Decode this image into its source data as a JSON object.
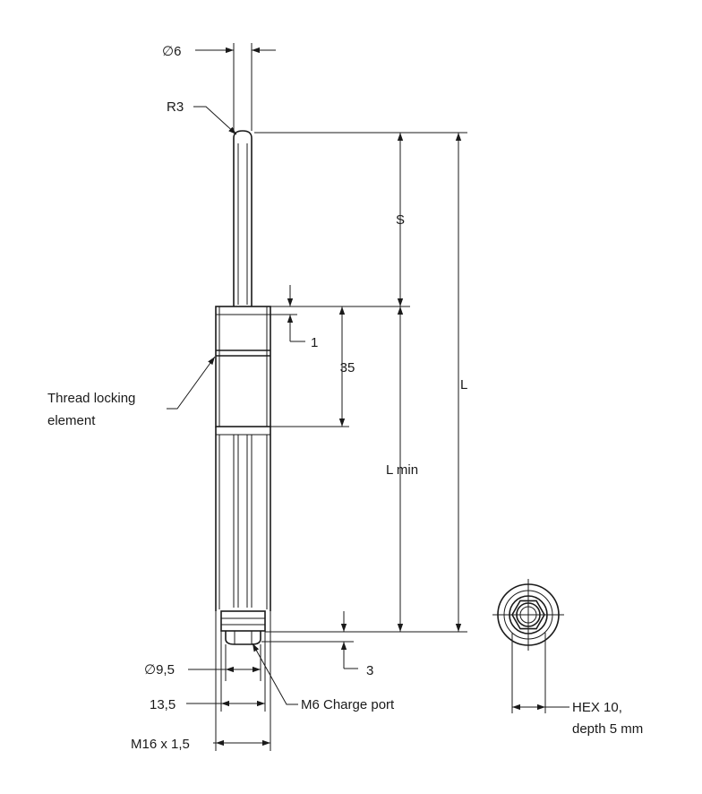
{
  "labels": {
    "dia6": "∅6",
    "r3": "R3",
    "s": "S",
    "l": "L",
    "one": "1",
    "thirtyfive": "35",
    "thread_locking": "Thread locking",
    "element": "element",
    "lmin": "L min",
    "three": "3",
    "dia95": "∅9,5",
    "charge_port": "M6 Charge port",
    "d135": "13,5",
    "m16": "M16 x 1,5",
    "hex": "HEX 10,",
    "depth": "depth 5 mm"
  }
}
